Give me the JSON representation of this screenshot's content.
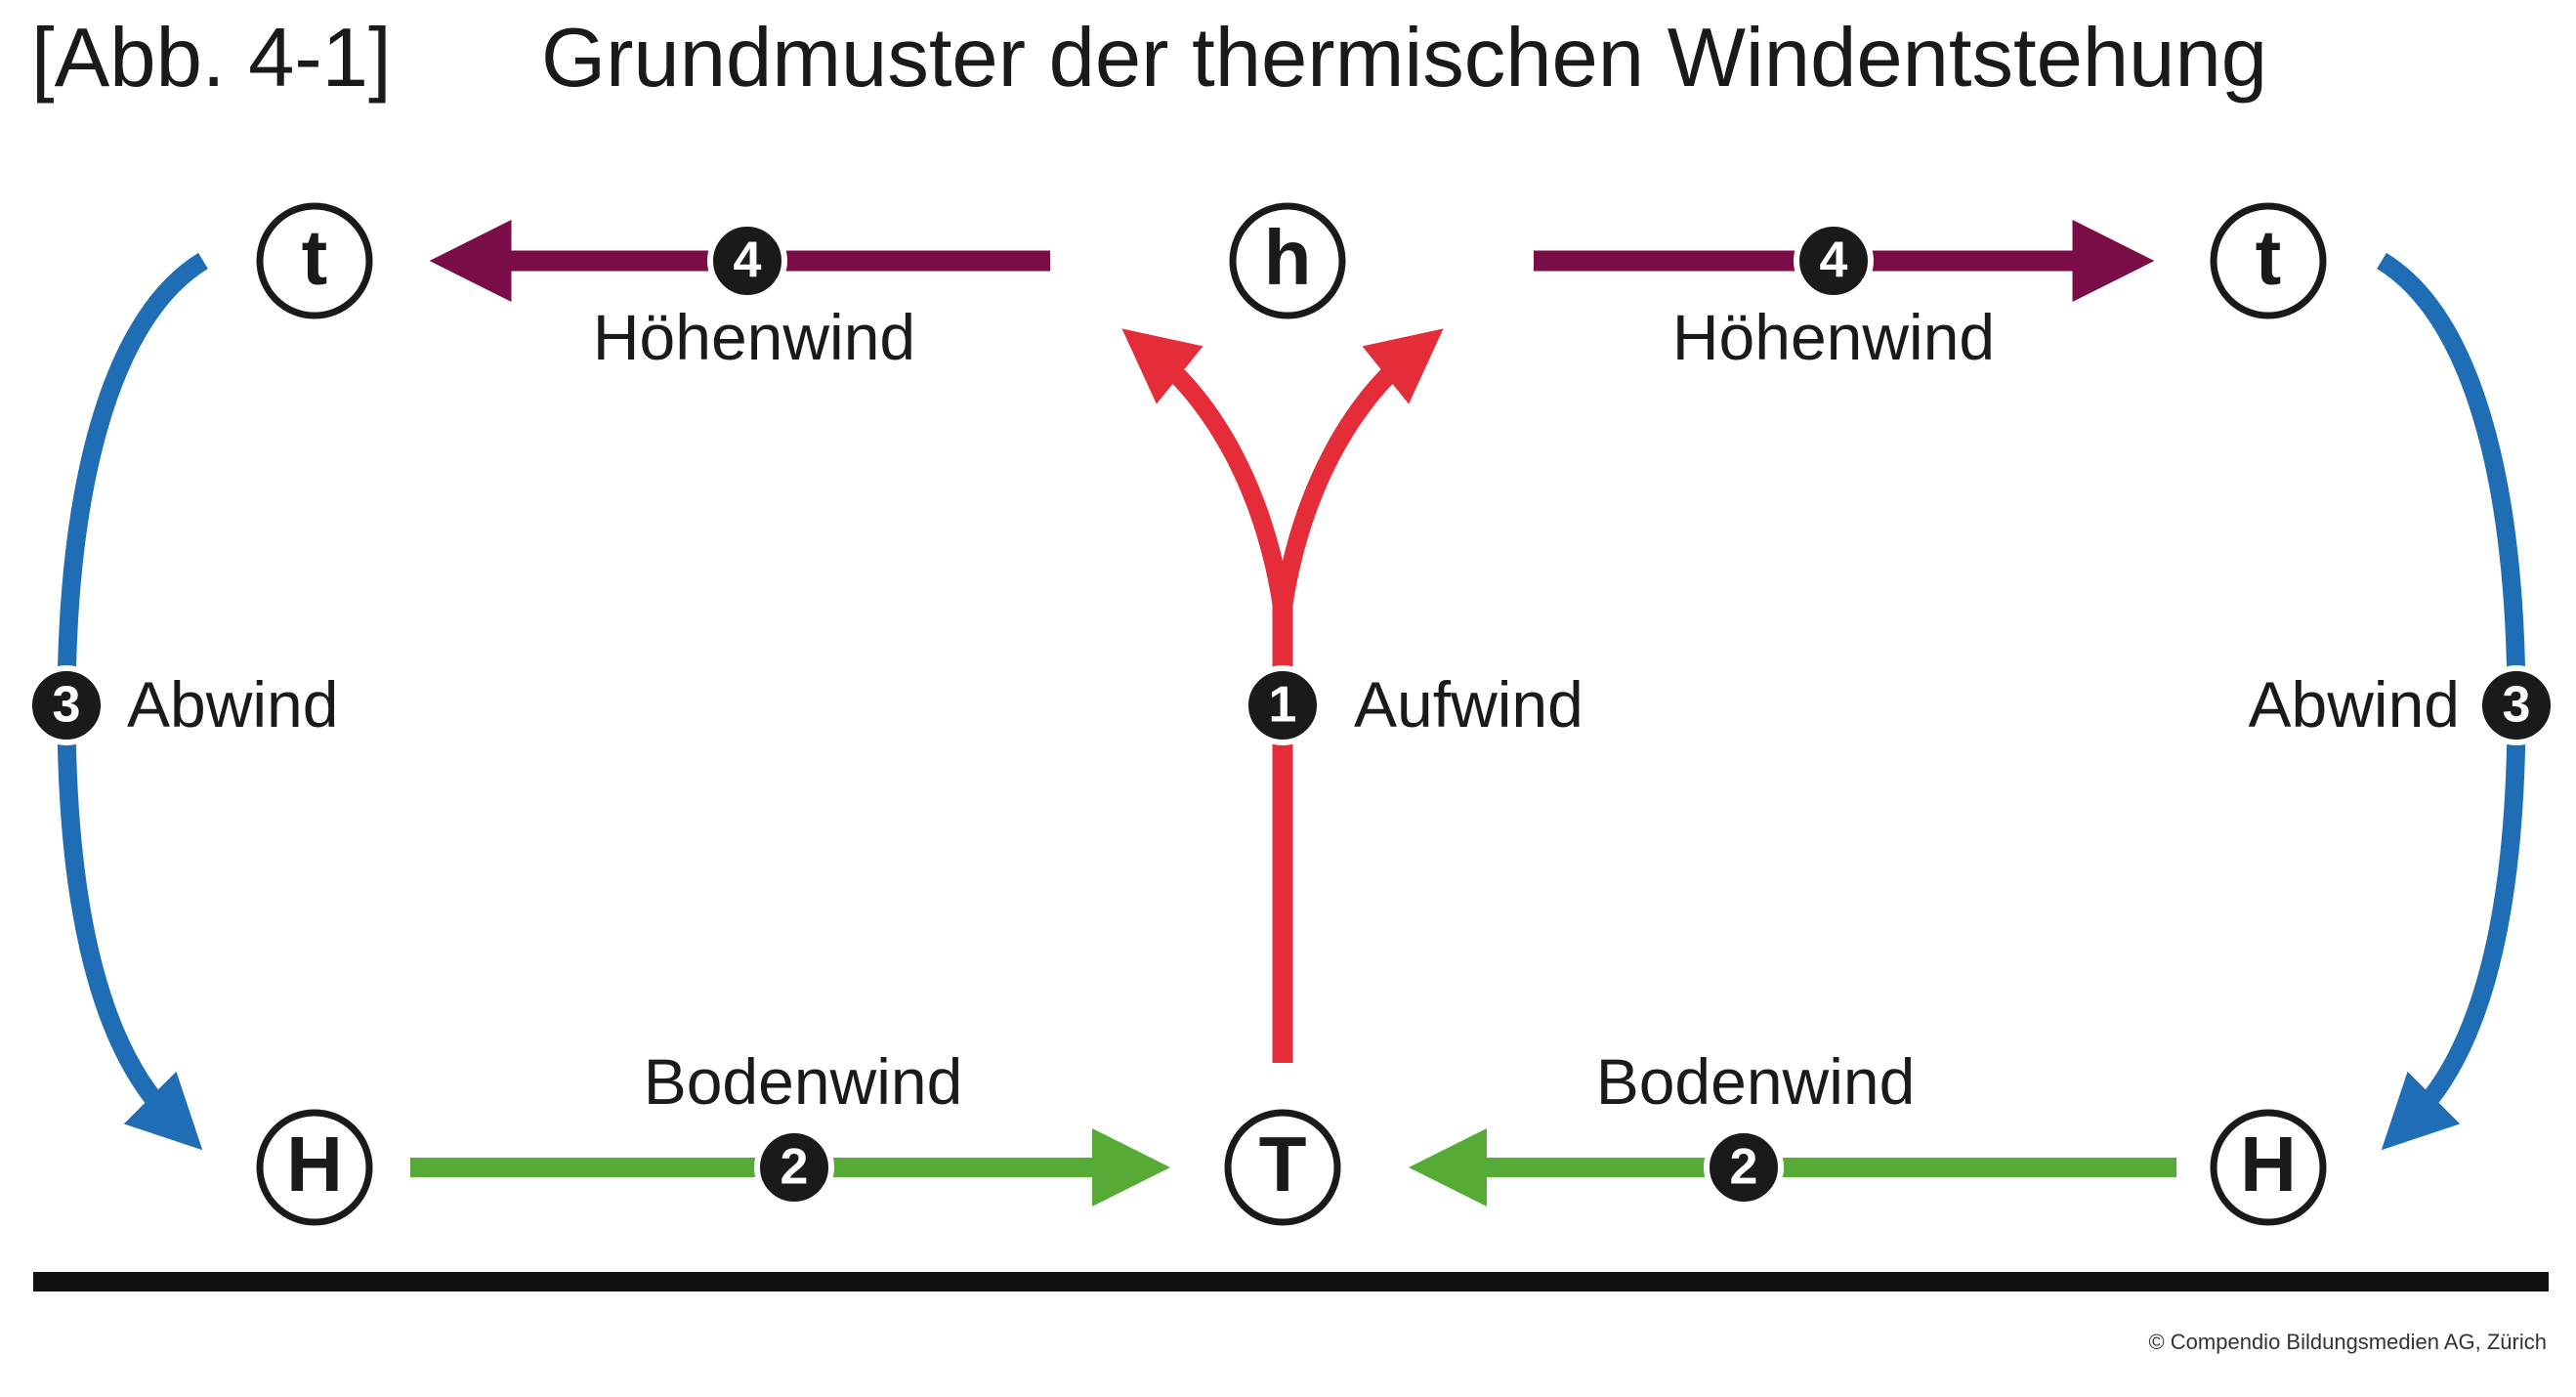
{
  "figure": {
    "number": "[Abb. 4-1]",
    "title": "Grundmuster der thermischen Windentstehung",
    "copyright": "© Compendio Bildungsmedien AG, Zürich"
  },
  "nodes": {
    "left_upper": "t",
    "center_upper": "h",
    "right_upper": "t",
    "left_lower": "H",
    "center_lower": "T",
    "right_lower": "H"
  },
  "flows": {
    "updraft": {
      "number": "1",
      "label": "Aufwind"
    },
    "surface_wind_left": {
      "number": "2",
      "label": "Bodenwind"
    },
    "surface_wind_right": {
      "number": "2",
      "label": "Bodenwind"
    },
    "downdraft_left": {
      "number": "3",
      "label": "Abwind"
    },
    "downdraft_right": {
      "number": "3",
      "label": "Abwind"
    },
    "upper_wind_left": {
      "number": "4",
      "label": "Höhenwind"
    },
    "upper_wind_right": {
      "number": "4",
      "label": "Höhenwind"
    }
  },
  "colors": {
    "updraft": "#e52d3a",
    "surface_wind": "#56ab37",
    "downdraft": "#1f6db5",
    "upper_wind": "#7a0c47",
    "ground": "#111111",
    "text": "#1a1a1a"
  }
}
